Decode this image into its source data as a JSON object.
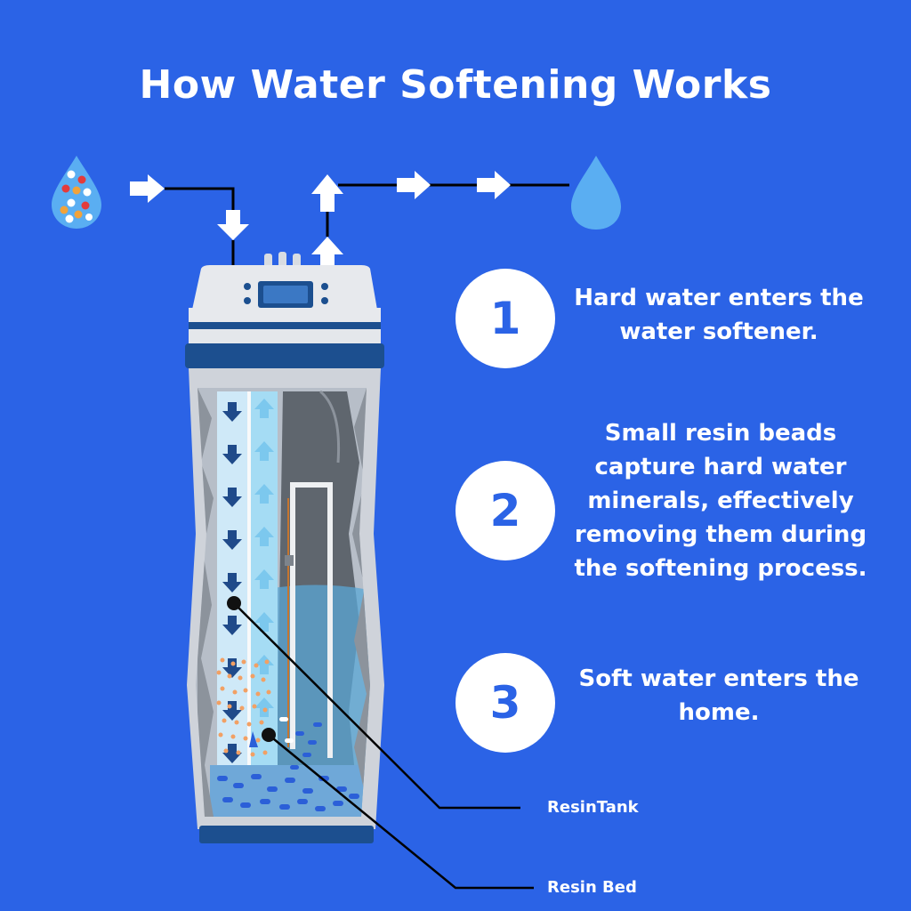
{
  "title": "How Water Softening Works",
  "steps": [
    {
      "number": "1",
      "text": "Hard water enters the water softener."
    },
    {
      "number": "2",
      "text": "Small resin beads capture hard water minerals, effectively removing them during the softening process."
    },
    {
      "number": "3",
      "text": "Soft water enters the home."
    }
  ],
  "labels": {
    "resin_tank": "ResinTank",
    "resin_bed": "Resin Bed"
  },
  "colors": {
    "background": "#2b63e6",
    "soft_drop": "#5aaef2",
    "hard_drop": "#5aaef2",
    "arrow": "#ffffff",
    "pipe": "#000000",
    "navy_arrow": "#1f4a8a",
    "light_arrow": "#8fd0f5"
  },
  "icons": [
    "hard-water-drop-icon",
    "soft-water-drop-icon",
    "arrow-right-icon",
    "arrow-down-icon",
    "arrow-up-icon"
  ]
}
